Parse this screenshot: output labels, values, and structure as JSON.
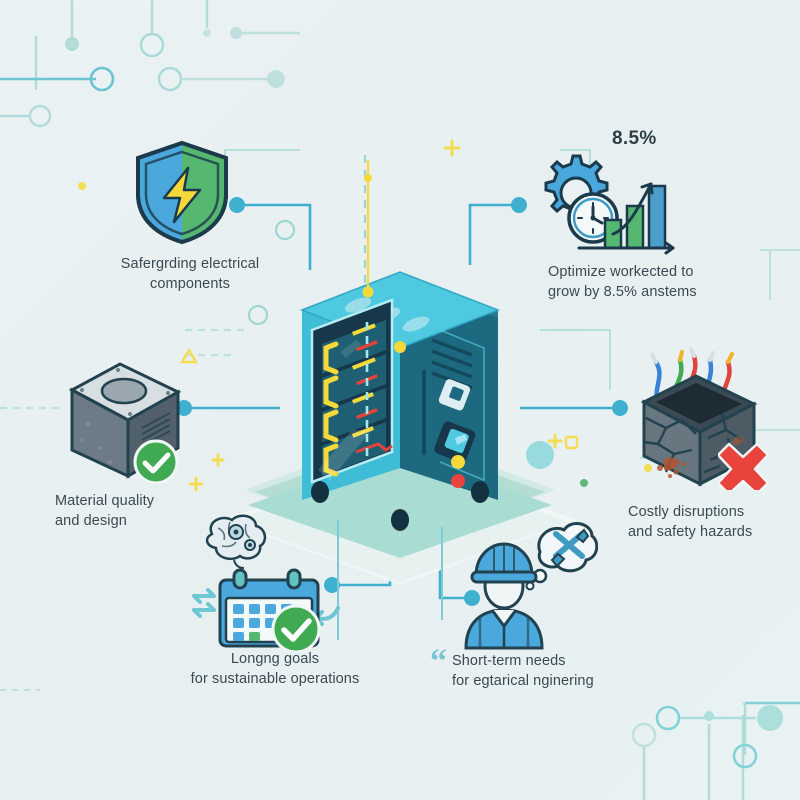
{
  "meta": {
    "title": "Electrical Enclosure Benefits Infographic",
    "background_color": "#e9f1f2"
  },
  "palette": {
    "background": "#e9f1f2",
    "accent_teal": "#2fa8c4",
    "accent_blue": "#4ab8d8",
    "dark_blue": "#1c4f63",
    "cabinet_body": "#3fbcd6",
    "cabinet_side": "#1d6a80",
    "green_ok": "#3faa52",
    "red_bad": "#e8433d",
    "yellow": "#f5d93a",
    "text": "#3a4a52",
    "platform": "#a9ddd3",
    "circuit_line": "#a9d9d6"
  },
  "center": {
    "name": "server-cabinet",
    "label": "Electrical enclosure cabinet",
    "platform_label": "isometric platform"
  },
  "stat": {
    "value": "8.5%",
    "icon": "growth-chart-gear-clock-icon",
    "bars": [
      {
        "color": "#56b870",
        "height": 34
      },
      {
        "color": "#56b870",
        "height": 56
      },
      {
        "color": "#4a9ec9",
        "height": 80
      }
    ]
  },
  "nodes": [
    {
      "id": "safeguard",
      "icon": "shield-lightning-icon",
      "caption": "Safergrding electrical\ncomponents",
      "position": "top-left",
      "badge": null
    },
    {
      "id": "optimize",
      "icon": "growth-chart-gear-clock-icon",
      "caption": " Optimize workected to\ngrow by 8.5% anstems",
      "position": "top-right",
      "badge": null
    },
    {
      "id": "material",
      "icon": "metal-enclosure-icon",
      "caption": "Material quality\n and design",
      "position": "left",
      "badge": "check-badge"
    },
    {
      "id": "costly",
      "icon": "cracked-enclosure-wires-icon",
      "caption": "Costly disruptions\nand safety hazards",
      "position": "right",
      "badge": "cross-badge"
    },
    {
      "id": "longterm",
      "icon": "calendar-brain-gears-icon",
      "caption": "Longng goals\nfor sustainable operations",
      "position": "bottom-left",
      "badge": "check-badge"
    },
    {
      "id": "shortterm",
      "icon": "engineer-thought-tools-icon",
      "caption": "Short-term needs\nfor egtarical  nginering",
      "position": "bottom-right",
      "badge": null
    }
  ],
  "decor": {
    "quote_mark": "“",
    "circuit_nodes": "background circuit traces with ring and dot terminals",
    "sparkles": "small yellow plus and square sparkles"
  }
}
